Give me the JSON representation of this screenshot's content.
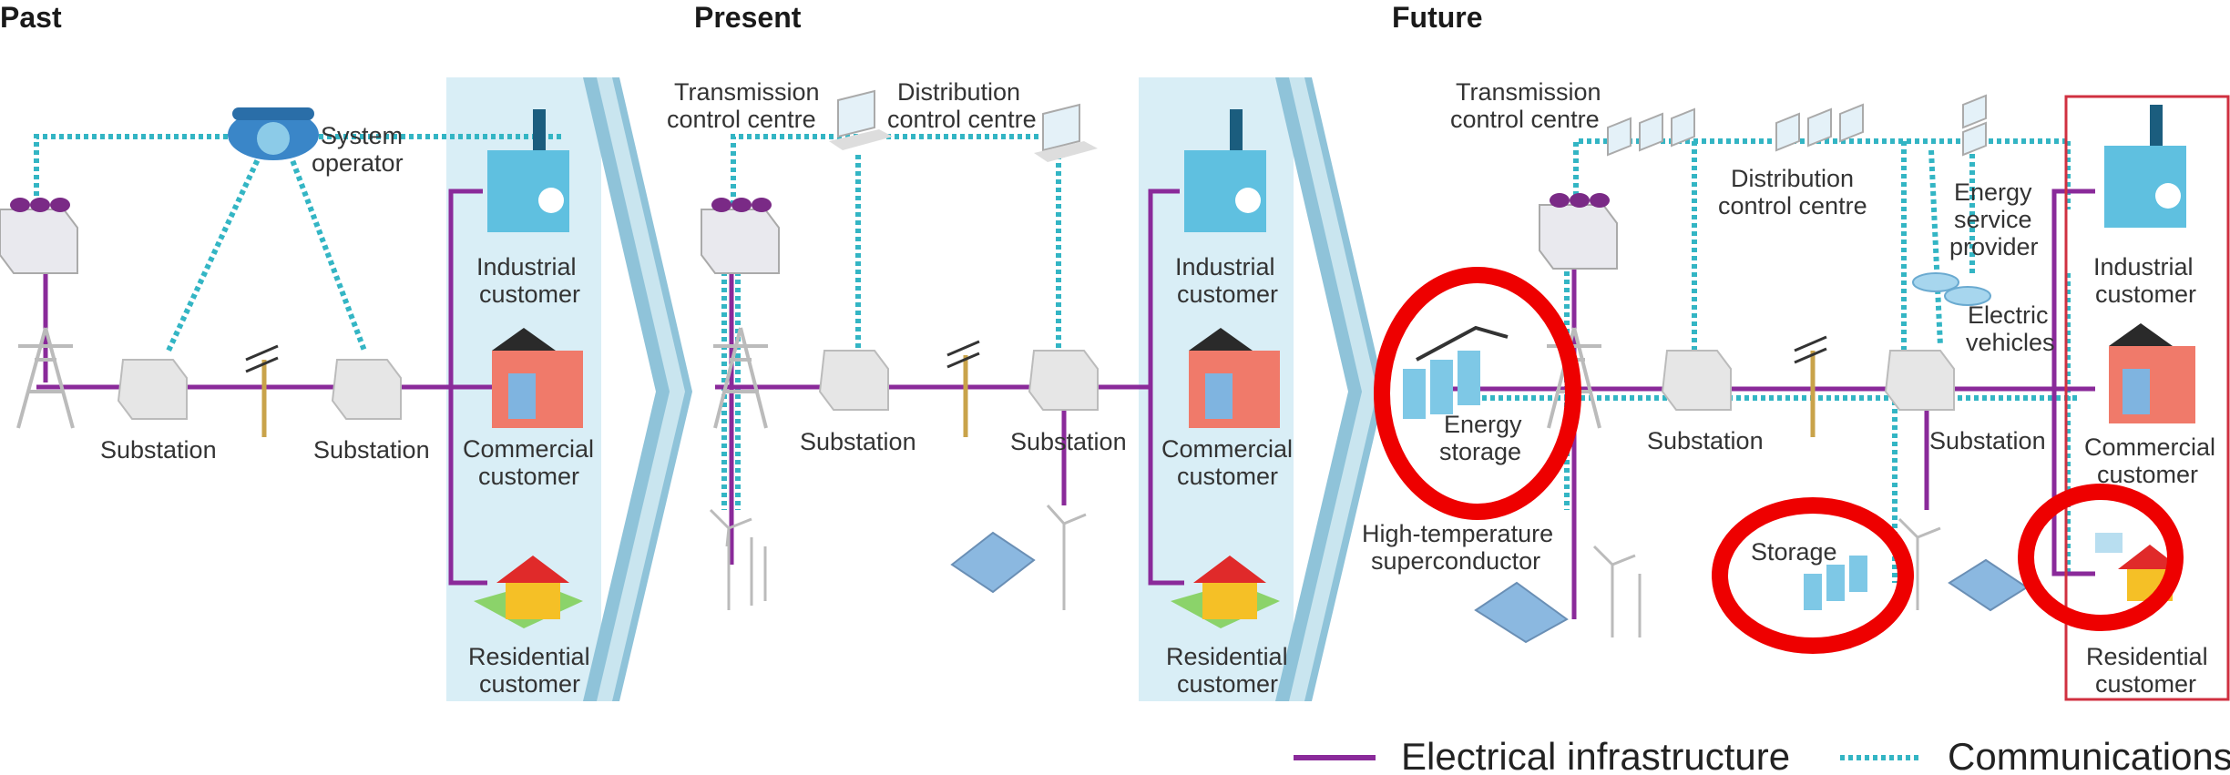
{
  "headings": {
    "past": "Past",
    "present": "Present",
    "future": "Future"
  },
  "past": {
    "system_operator": [
      "System",
      "operator"
    ],
    "substation_left": "Substation",
    "substation_right": "Substation",
    "industrial": [
      "Industrial",
      "customer"
    ],
    "commercial": [
      "Commercial",
      "customer"
    ],
    "residential": [
      "Residential",
      "customer"
    ]
  },
  "present": {
    "transmission": [
      "Transmission",
      "control centre"
    ],
    "distribution": [
      "Distribution",
      "control centre"
    ],
    "substation_left": "Substation",
    "substation_right": "Substation",
    "industrial": [
      "Industrial",
      "customer"
    ],
    "commercial": [
      "Commercial",
      "customer"
    ],
    "residential": [
      "Residential",
      "customer"
    ]
  },
  "future": {
    "transmission": [
      "Transmission",
      "control centre"
    ],
    "distribution": [
      "Distribution",
      "control centre"
    ],
    "energy_service": [
      "Energy",
      "service",
      "provider"
    ],
    "electric_vehicles": [
      "Electric",
      "vehicles"
    ],
    "energy_storage": [
      "Energy",
      "storage"
    ],
    "superconductor": [
      "High-temperature",
      "superconductor"
    ],
    "substation_left": "Substation",
    "substation_right": "Substation",
    "storage": "Storage",
    "industrial": [
      "Industrial",
      "customer"
    ],
    "commercial": [
      "Commercial",
      "customer"
    ],
    "residential": [
      "Residential",
      "customer"
    ]
  },
  "legend": {
    "electrical": "Electrical infrastructure",
    "communications": "Communications"
  },
  "colors": {
    "electrical": "#8a2a9a",
    "communications": "#33b5c4",
    "highlight": "#ee0000"
  }
}
